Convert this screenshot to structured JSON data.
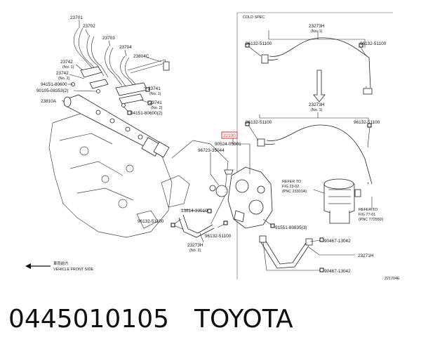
{
  "spec_note": "COLD SPEC",
  "highlight_color": "#e03030",
  "callouts": {
    "p23701": "23701",
    "p23702": "23702",
    "p23703": "23703",
    "p23704": "23704",
    "p23804c": "23804C",
    "p23742a": "23742",
    "p23742a_sub": "(No. 1)",
    "p23742b": "23742",
    "p23742b_sub": "(No. 2)",
    "p94151_80600_a": "94151-80600",
    "p90105": "90105-08353(2)",
    "p23810a": "23810A",
    "p23741a": "23741",
    "p23741a_sub": "(No. 1)",
    "p23741b": "23741",
    "p23741b_sub": "(No. 2)",
    "p94151_80600_b": "94151-80600(2)",
    "p23273h_top": "23273H",
    "p23273h_top_sub": "(No. 1)",
    "p96132_a": "96132-51100",
    "p96132_b": "96132-51100",
    "p23273h_mid": "23273H",
    "p23273h_mid_sub": "(No. 1)",
    "p96132_c": "96132-51100",
    "p96132_d": "96132-51100",
    "p22100": "22100",
    "p90524": "90524-05001",
    "p96723": "96723-35044",
    "p13614": "13614-33010",
    "p96132_e": "96132-51100",
    "p96132_f": "96132-51100",
    "p23273h_low": "23273H",
    "p23273h_low_sub": "(No. 2)",
    "p91551": "91551-80835(3)",
    "p90467_a": "90467-13042",
    "p23271h": "23271H",
    "p90467_b": "90467-13042"
  },
  "refer_a": [
    "REFER TO",
    "FIG 23-02",
    "(PNC 23301A)"
  ],
  "refer_b": [
    "REFER TO",
    "FIG 77-01",
    "(PNC 77255D)"
  ],
  "vehicle_front_jp": "車両前方",
  "vehicle_front_en": "VEHICLE FRONT SIDE",
  "figure_code": "221704E",
  "caption_code": "0445010105",
  "caption_brand": "TOYOTA"
}
